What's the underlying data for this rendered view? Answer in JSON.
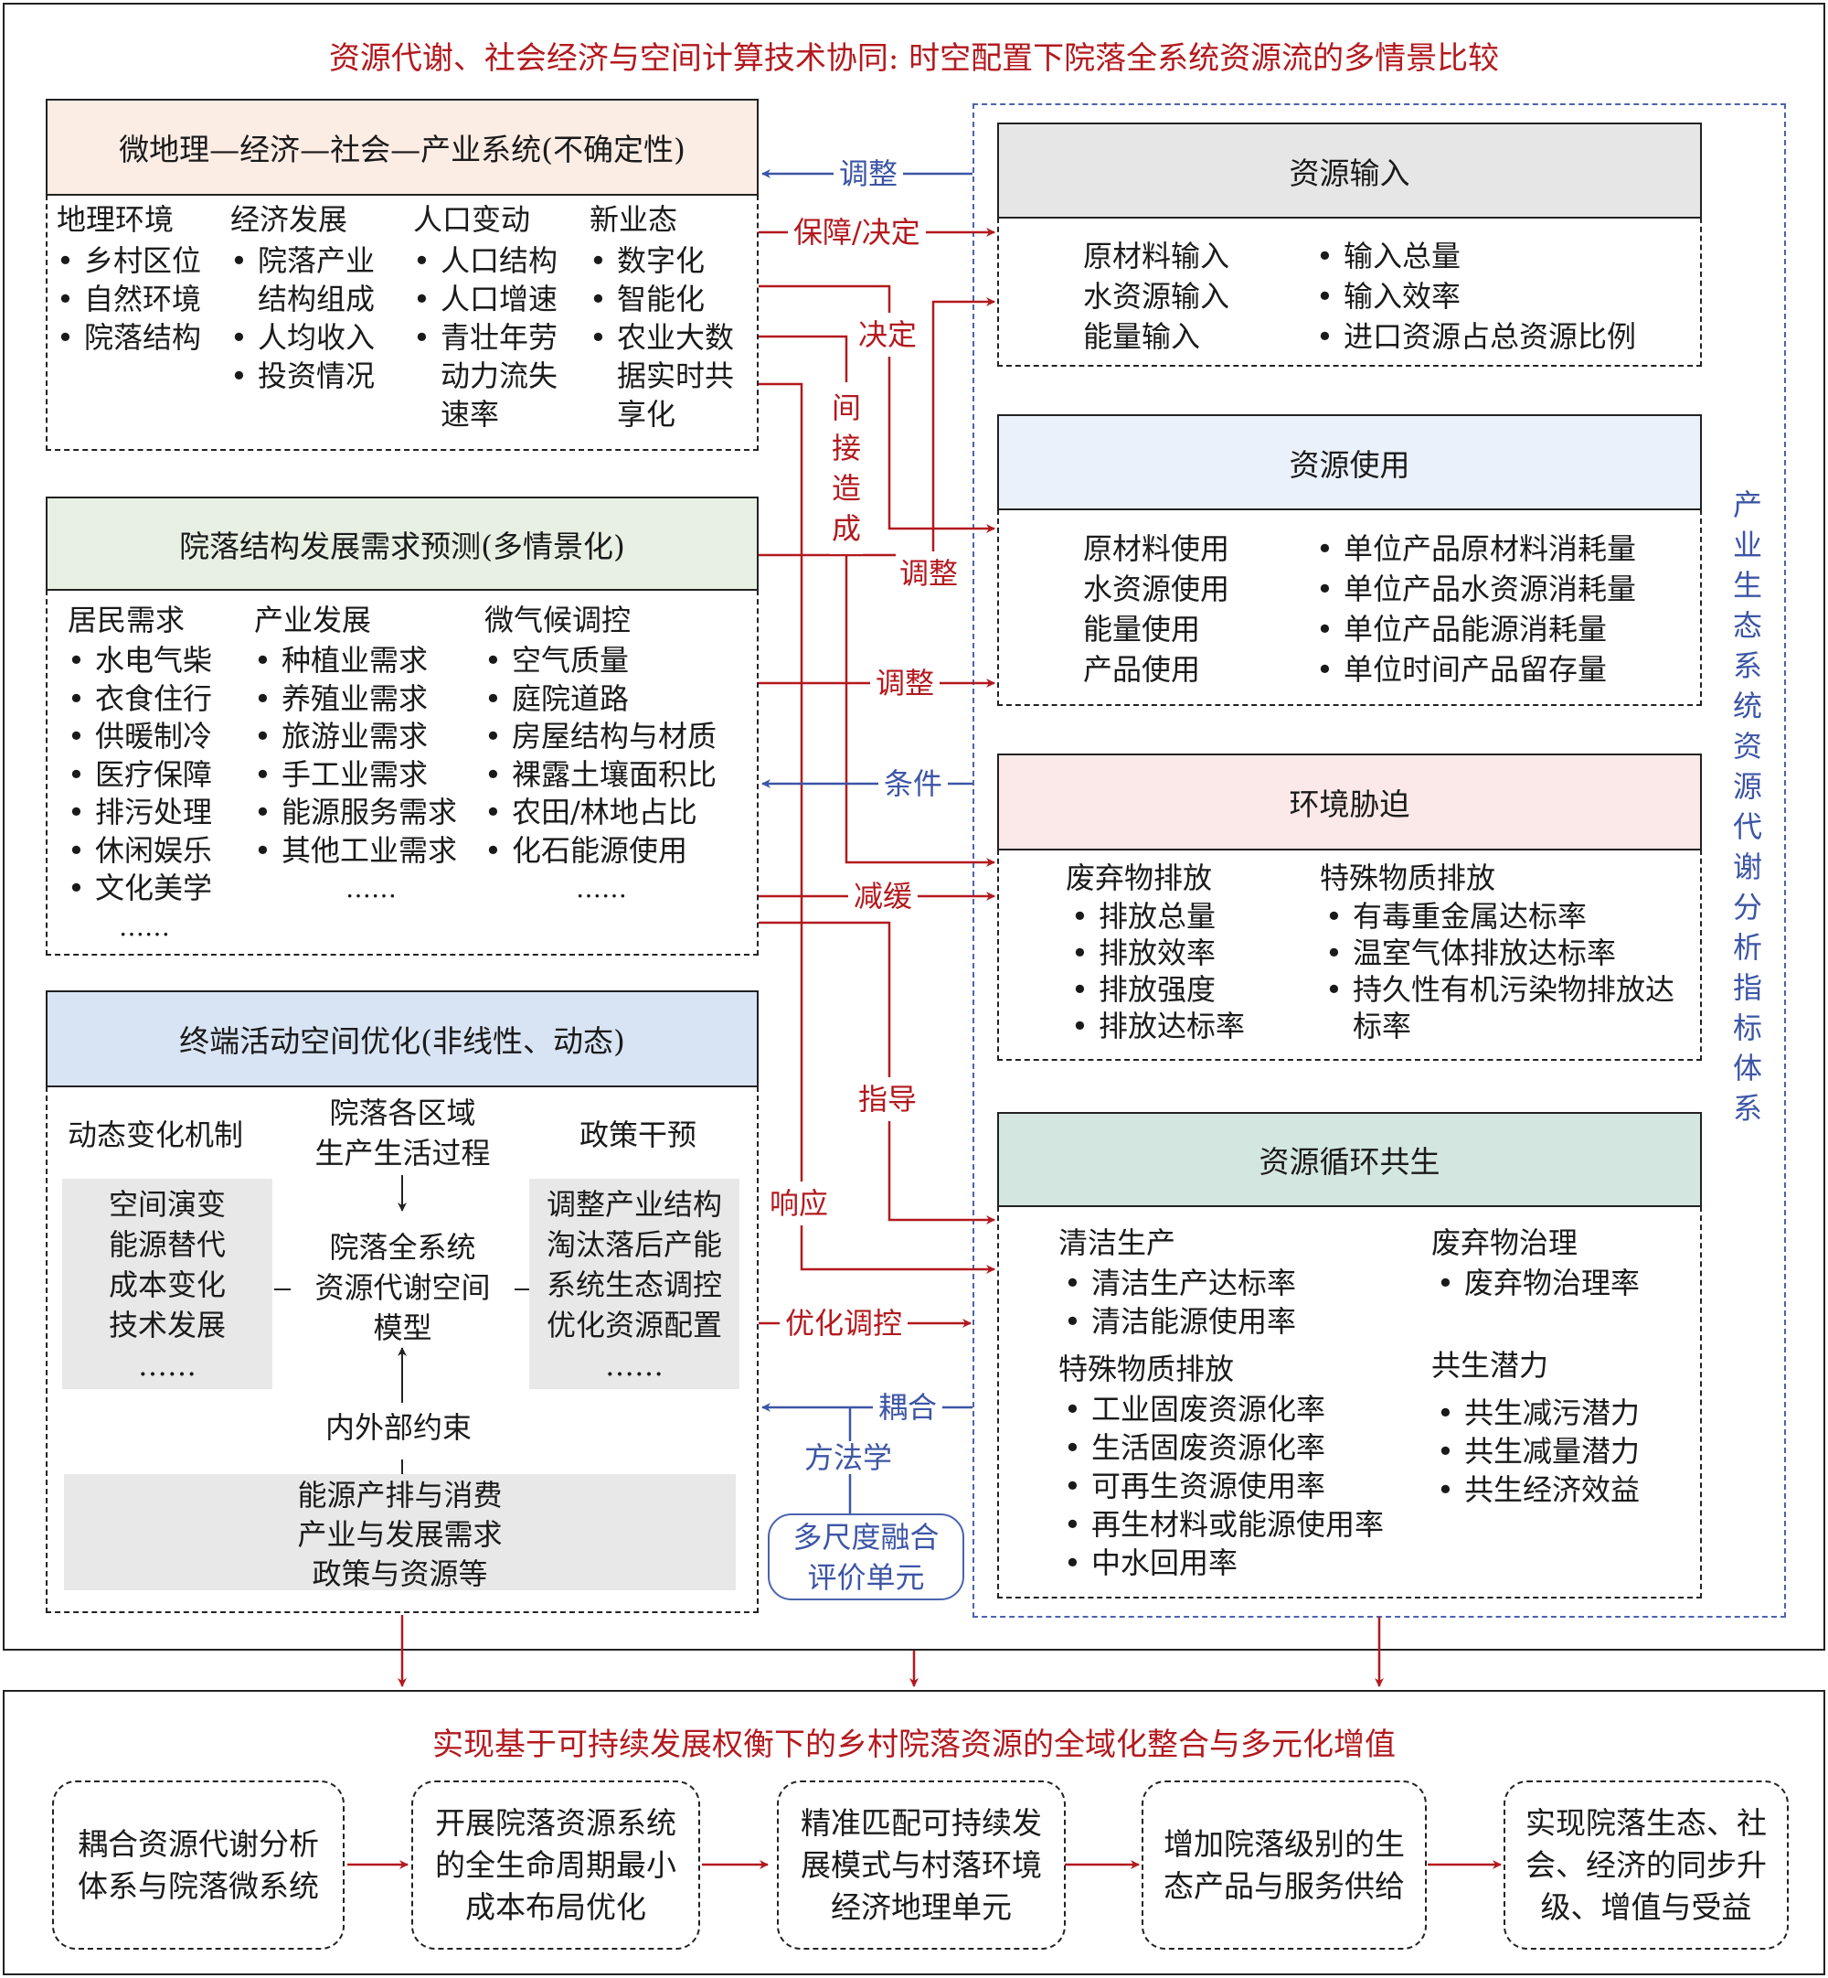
{
  "top_title": "资源代谢、社会经济与空间计算技术协同: 时空配置下院落全系统资源流的多情景比较",
  "colors": {
    "red": "#b3191e",
    "blue": "#3c55a5",
    "header_peach": "#fbece4",
    "header_green": "#e7f0e3",
    "header_blue": "#d8e4f3",
    "header_grey": "#e6e6e6",
    "header_lightblue": "#ebf1fb",
    "header_pink": "#fbe8e8",
    "header_teal": "#d4e6e0"
  },
  "left": {
    "box1": {
      "header": "微地理—经济—社会—产业系统(不确定性)",
      "columns": [
        {
          "title": "地理环境",
          "items": [
            "乡村区位",
            "自然环境",
            "院落结构"
          ]
        },
        {
          "title": "经济发展",
          "items": [
            "院落产业结构组成",
            "人均收入",
            "投资情况"
          ]
        },
        {
          "title": "人口变动",
          "items": [
            "人口结构",
            "人口增速",
            "青壮年劳动力流失速率"
          ]
        },
        {
          "title": "新业态",
          "items": [
            "数字化",
            "智能化",
            "农业大数据实时共享化"
          ]
        }
      ]
    },
    "box2": {
      "header": "院落结构发展需求预测(多情景化)",
      "columns": [
        {
          "title": "居民需求",
          "items": [
            "水电气柴",
            "衣食住行",
            "供暖制冷",
            "医疗保障",
            "排污处理",
            "休闲娱乐",
            "文化美学"
          ],
          "more": "……"
        },
        {
          "title": "产业发展",
          "items": [
            "种植业需求",
            "养殖业需求",
            "旅游业需求",
            "手工业需求",
            "能源服务需求",
            "其他工业需求"
          ],
          "more": "……"
        },
        {
          "title": "微气候调控",
          "items": [
            "空气质量",
            "庭院道路",
            "房屋结构与材质",
            "裸露土壤面积比",
            "农田/林地占比",
            "化石能源使用"
          ],
          "more": "……"
        }
      ]
    },
    "box3": {
      "header": "终端活动空间优化(非线性、动态)",
      "left_title": "动态变化机制",
      "left_items": [
        "空间演变",
        "能源替代",
        "成本变化",
        "技术发展",
        "……"
      ],
      "center_top": [
        "院落各区域",
        "生产生活过程"
      ],
      "center_model": [
        "院落全系统",
        "资源代谢空间",
        "模型"
      ],
      "center_constraint": "内外部约束",
      "right_title": "政策干预",
      "right_items": [
        "调整产业结构",
        "淘汰落后产能",
        "系统生态调控",
        "优化资源配置",
        "……"
      ],
      "bottom_items": [
        "能源产排与消费",
        "产业与发展需求",
        "政策与资源等"
      ]
    }
  },
  "connectors": {
    "adjust_top": "调整",
    "guarantee": "保障/决定",
    "decide": "决定",
    "indirect": [
      "间",
      "接",
      "造",
      "成"
    ],
    "adjust_mid": "调整",
    "adjust_red": "调整",
    "condition": "条件",
    "mitigate": "减缓",
    "guide": "指导",
    "respond": "响应",
    "optimize": "优化调控",
    "couple": "耦合",
    "methodology": "方法学",
    "fusion_unit": [
      "多尺度融合",
      "评价单元"
    ]
  },
  "right": {
    "side_label": [
      "产",
      "业",
      "生",
      "态",
      "系",
      "统",
      "资",
      "源",
      "代",
      "谢",
      "分",
      "析",
      "指",
      "标",
      "体",
      "系"
    ],
    "input": {
      "header": "资源输入",
      "left_items": [
        "原材料输入",
        "水资源输入",
        "能量输入"
      ],
      "right_items": [
        "输入总量",
        "输入效率",
        "进口资源占总资源比例"
      ]
    },
    "use": {
      "header": "资源使用",
      "left_items": [
        "原材料使用",
        "水资源使用",
        "能量使用",
        "产品使用"
      ],
      "right_items": [
        "单位产品原材料消耗量",
        "单位产品水资源消耗量",
        "单位产品能源消耗量",
        "单位时间产品留存量"
      ]
    },
    "stress": {
      "header": "环境胁迫",
      "left_title": "废弃物排放",
      "left_items": [
        "排放总量",
        "排放效率",
        "排放强度",
        "排放达标率"
      ],
      "right_title": "特殊物质排放",
      "right_items": [
        "有毒重金属达标率",
        "温室气体排放达标率",
        "持久性有机污染物排放达标率"
      ]
    },
    "cycle": {
      "header": "资源循环共生",
      "g1_title": "清洁生产",
      "g1_items": [
        "清洁生产达标率",
        "清洁能源使用率"
      ],
      "g2_title": "特殊物质排放",
      "g2_items": [
        "工业固废资源化率",
        "生活固废资源化率",
        "可再生资源使用率",
        "再生材料或能源使用率",
        "中水回用率"
      ],
      "g3_title": "废弃物治理",
      "g3_items": [
        "废弃物治理率"
      ],
      "g4_title": "共生潜力",
      "g4_items": [
        "共生减污潜力",
        "共生减量潜力",
        "共生经济效益"
      ]
    }
  },
  "bottom": {
    "title": "实现基于可持续发展权衡下的乡村院落资源的全域化整合与多元化增值",
    "steps": [
      [
        "耦合资源代谢分析",
        "体系与院落微系统"
      ],
      [
        "开展院落资源系统",
        "的全生命周期最小",
        "成本布局优化"
      ],
      [
        "精准匹配可持续发",
        "展模式与村落环境",
        "经济地理单元"
      ],
      [
        "增加院落级别的生",
        "态产品与服务供给"
      ],
      [
        "实现院落生态、社",
        "会、经济的同步升",
        "级、增值与受益"
      ]
    ]
  }
}
